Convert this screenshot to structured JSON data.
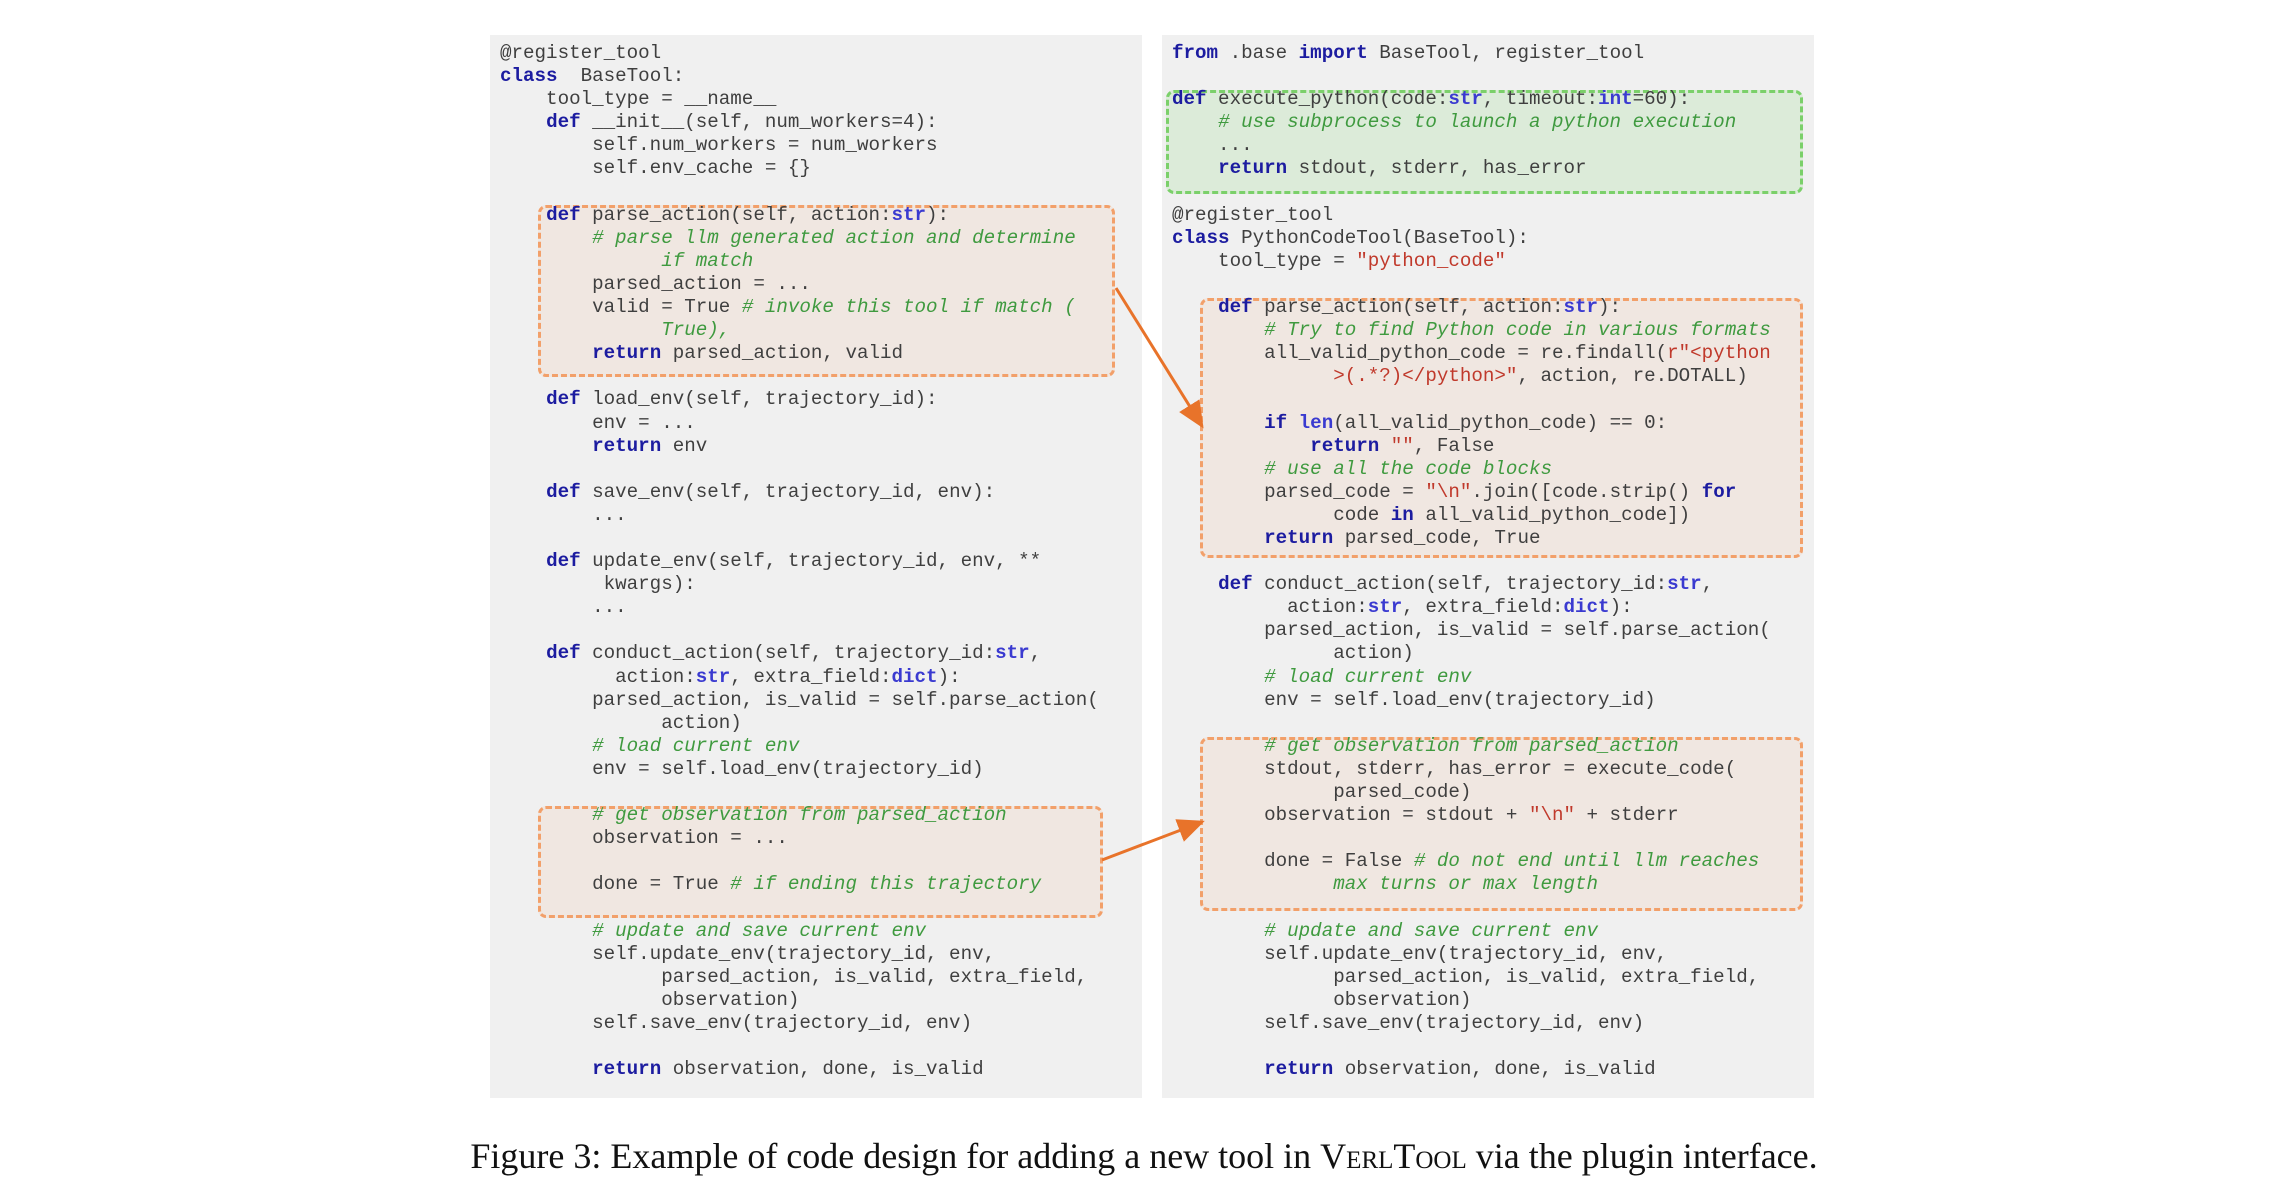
{
  "caption": {
    "prefix": "Figure 3: Example of code design for adding a new tool in ",
    "name": "VerlTool",
    "suffix": " via the plugin interface."
  },
  "left_code": [
    [
      [
        "dec",
        "@register_tool"
      ]
    ],
    [
      [
        "kw",
        "class"
      ],
      [
        "",
        "  BaseTool:"
      ]
    ],
    [
      [
        "",
        "    tool_type = __name__"
      ]
    ],
    [
      [
        "",
        "    "
      ],
      [
        "kw",
        "def"
      ],
      [
        "",
        "",
        " __init__(self, num_workers=4):"
      ]
    ],
    [
      [
        "",
        "        self.num_workers = num_workers"
      ]
    ],
    [
      [
        "",
        "        self.env_cache = {}"
      ]
    ],
    [
      [
        "",
        ""
      ]
    ],
    [
      [
        "",
        "    "
      ],
      [
        "kw",
        "def"
      ],
      [
        "",
        " parse_action(self, action:"
      ],
      [
        "bi",
        "str"
      ],
      [
        "",
        "):"
      ]
    ],
    [
      [
        "",
        "        "
      ],
      [
        "cm",
        "# parse llm generated action and determine"
      ]
    ],
    [
      [
        "",
        "              "
      ],
      [
        "cm",
        "if match"
      ]
    ],
    [
      [
        "",
        "        parsed_action = ..."
      ]
    ],
    [
      [
        "",
        "        valid = True "
      ],
      [
        "cm",
        "# invoke this tool if match ("
      ]
    ],
    [
      [
        "",
        "              "
      ],
      [
        "cm",
        "True),"
      ]
    ],
    [
      [
        "",
        "        "
      ],
      [
        "kw",
        "return"
      ],
      [
        "",
        " parsed_action, valid"
      ]
    ],
    [
      [
        "",
        ""
      ]
    ],
    [
      [
        "",
        "    "
      ],
      [
        "kw",
        "def"
      ],
      [
        "",
        " load_env(self, trajectory_id):"
      ]
    ],
    [
      [
        "",
        "        env = ..."
      ]
    ],
    [
      [
        "",
        "        "
      ],
      [
        "kw",
        "return"
      ],
      [
        "",
        " env"
      ]
    ],
    [
      [
        "",
        ""
      ]
    ],
    [
      [
        "",
        "    "
      ],
      [
        "kw",
        "def"
      ],
      [
        "",
        " save_env(self, trajectory_id, env):"
      ]
    ],
    [
      [
        "",
        "        ..."
      ]
    ],
    [
      [
        "",
        ""
      ]
    ],
    [
      [
        "",
        "    "
      ],
      [
        "kw",
        "def"
      ],
      [
        "",
        " update_env(self, trajectory_id, env, **"
      ]
    ],
    [
      [
        "",
        "         kwargs):"
      ]
    ],
    [
      [
        "",
        "        ..."
      ]
    ],
    [
      [
        "",
        ""
      ]
    ],
    [
      [
        "",
        "    "
      ],
      [
        "kw",
        "def"
      ],
      [
        "",
        " conduct_action(self, trajectory_id:"
      ],
      [
        "bi",
        "str"
      ],
      [
        "",
        ","
      ]
    ],
    [
      [
        "",
        "          action:"
      ],
      [
        "bi",
        "str"
      ],
      [
        "",
        ", extra_field:"
      ],
      [
        "bi",
        "dict"
      ],
      [
        "",
        "):"
      ]
    ],
    [
      [
        "",
        "        parsed_action, is_valid = self.parse_action("
      ]
    ],
    [
      [
        "",
        "              action)"
      ]
    ],
    [
      [
        "",
        "        "
      ],
      [
        "cm",
        "# load current env"
      ]
    ],
    [
      [
        "",
        "        env = self.load_env(trajectory_id)"
      ]
    ],
    [
      [
        "",
        ""
      ]
    ],
    [
      [
        "",
        "        "
      ],
      [
        "cm",
        "# get observation from parsed_action"
      ]
    ],
    [
      [
        "",
        "        observation = ..."
      ]
    ],
    [
      [
        "",
        ""
      ]
    ],
    [
      [
        "",
        "        done = True "
      ],
      [
        "cm",
        "# if ending this trajectory"
      ]
    ],
    [
      [
        "",
        ""
      ]
    ],
    [
      [
        "",
        "        "
      ],
      [
        "cm",
        "# update and save current env"
      ]
    ],
    [
      [
        "",
        "        self.update_env(trajectory_id, env,"
      ]
    ],
    [
      [
        "",
        "              parsed_action, is_valid, extra_field,"
      ]
    ],
    [
      [
        "",
        "              observation)"
      ]
    ],
    [
      [
        "",
        "        self.save_env(trajectory_id, env)"
      ]
    ],
    [
      [
        "",
        ""
      ]
    ],
    [
      [
        "",
        "        "
      ],
      [
        "kw",
        "return"
      ],
      [
        "",
        " observation, done, is_valid"
      ]
    ]
  ],
  "right_code": [
    [
      [
        "kw",
        "from"
      ],
      [
        "",
        " .base "
      ],
      [
        "kw",
        "import"
      ],
      [
        "",
        " BaseTool, register_tool"
      ]
    ],
    [
      [
        "",
        ""
      ]
    ],
    [
      [
        "kw",
        "def"
      ],
      [
        "",
        " execute_python(code:"
      ],
      [
        "bi",
        "str"
      ],
      [
        "",
        ", timeout:"
      ],
      [
        "bi",
        "int"
      ],
      [
        "",
        "=60):"
      ]
    ],
    [
      [
        "",
        "    "
      ],
      [
        "cm",
        "# use subprocess to launch a python execution"
      ]
    ],
    [
      [
        "",
        "    ..."
      ]
    ],
    [
      [
        "",
        "    "
      ],
      [
        "kw",
        "return"
      ],
      [
        "",
        " stdout, stderr, has_error"
      ]
    ],
    [
      [
        "",
        ""
      ]
    ],
    [
      [
        "dec",
        "@register_tool"
      ]
    ],
    [
      [
        "kw",
        "class"
      ],
      [
        "",
        " PythonCodeTool(BaseTool):"
      ]
    ],
    [
      [
        "",
        "    tool_type = "
      ],
      [
        "st",
        "\"python_code\""
      ]
    ],
    [
      [
        "",
        ""
      ]
    ],
    [
      [
        "",
        "    "
      ],
      [
        "kw",
        "def"
      ],
      [
        "",
        " parse_action(self, action:"
      ],
      [
        "bi",
        "str"
      ],
      [
        "",
        "):"
      ]
    ],
    [
      [
        "",
        "        "
      ],
      [
        "cm",
        "# Try to find Python code in various formats"
      ]
    ],
    [
      [
        "",
        "        all_valid_python_code = re.findall("
      ],
      [
        "st",
        "r\"<python"
      ]
    ],
    [
      [
        "",
        "              "
      ],
      [
        "st",
        ">(.*?)</python>\""
      ],
      [
        "",
        ", action, re.DOTALL)"
      ]
    ],
    [
      [
        "",
        ""
      ]
    ],
    [
      [
        "",
        "        "
      ],
      [
        "kw",
        "if"
      ],
      [
        "",
        " "
      ],
      [
        "bi",
        "len"
      ],
      [
        "",
        "(all_valid_python_code) == 0:"
      ]
    ],
    [
      [
        "",
        "            "
      ],
      [
        "kw",
        "return"
      ],
      [
        "",
        " "
      ],
      [
        "st",
        "\"\""
      ],
      [
        "",
        ", False"
      ]
    ],
    [
      [
        "",
        "        "
      ],
      [
        "cm",
        "# use all the code blocks"
      ]
    ],
    [
      [
        "",
        "        parsed_code = "
      ],
      [
        "st",
        "\"\\n\""
      ],
      [
        "",
        ".join([code.strip() "
      ],
      [
        "kw",
        "for"
      ]
    ],
    [
      [
        "",
        "              code "
      ],
      [
        "kw",
        "in"
      ],
      [
        "",
        " all_valid_python_code])"
      ]
    ],
    [
      [
        "",
        "        "
      ],
      [
        "kw",
        "return"
      ],
      [
        "",
        " parsed_code, True"
      ]
    ],
    [
      [
        "",
        ""
      ]
    ],
    [
      [
        "",
        "    "
      ],
      [
        "kw",
        "def"
      ],
      [
        "",
        " conduct_action(self, trajectory_id:"
      ],
      [
        "bi",
        "str"
      ],
      [
        "",
        ","
      ]
    ],
    [
      [
        "",
        "          action:"
      ],
      [
        "bi",
        "str"
      ],
      [
        "",
        ", extra_field:"
      ],
      [
        "bi",
        "dict"
      ],
      [
        "",
        "):"
      ]
    ],
    [
      [
        "",
        "        parsed_action, is_valid = self.parse_action("
      ]
    ],
    [
      [
        "",
        "              action)"
      ]
    ],
    [
      [
        "",
        "        "
      ],
      [
        "cm",
        "# load current env"
      ]
    ],
    [
      [
        "",
        "        env = self.load_env(trajectory_id)"
      ]
    ],
    [
      [
        "",
        ""
      ]
    ],
    [
      [
        "",
        "        "
      ],
      [
        "cm",
        "# get observation from parsed_action"
      ]
    ],
    [
      [
        "",
        "        stdout, stderr, has_error = execute_code("
      ]
    ],
    [
      [
        "",
        "              parsed_code)"
      ]
    ],
    [
      [
        "",
        "        observation = stdout + "
      ],
      [
        "st",
        "\"\\n\""
      ],
      [
        "",
        " + stderr"
      ]
    ],
    [
      [
        "",
        ""
      ]
    ],
    [
      [
        "",
        "        done = False "
      ],
      [
        "cm",
        "# do not end until llm reaches"
      ]
    ],
    [
      [
        "",
        "              "
      ],
      [
        "cm",
        "max turns or max length"
      ]
    ],
    [
      [
        "",
        ""
      ]
    ],
    [
      [
        "",
        "        "
      ],
      [
        "cm",
        "# update and save current env"
      ]
    ],
    [
      [
        "",
        "        self.update_env(trajectory_id, env,"
      ]
    ],
    [
      [
        "",
        "              parsed_action, is_valid, extra_field,"
      ]
    ],
    [
      [
        "",
        "              observation)"
      ]
    ],
    [
      [
        "",
        "        self.save_env(trajectory_id, env)"
      ]
    ],
    [
      [
        "",
        ""
      ]
    ],
    [
      [
        "",
        "        "
      ],
      [
        "kw",
        "return"
      ],
      [
        "",
        " observation, done, is_valid"
      ]
    ]
  ],
  "colors": {
    "keyword": "#1c1ca0",
    "builtin": "#3a3ad0",
    "comment": "#3f9a3f",
    "string": "#c0392b",
    "panel_bg": "#f0f0f0",
    "highlight_orange": "#f2a06a",
    "highlight_green": "#7bd06a",
    "arrow": "#e8732a"
  }
}
